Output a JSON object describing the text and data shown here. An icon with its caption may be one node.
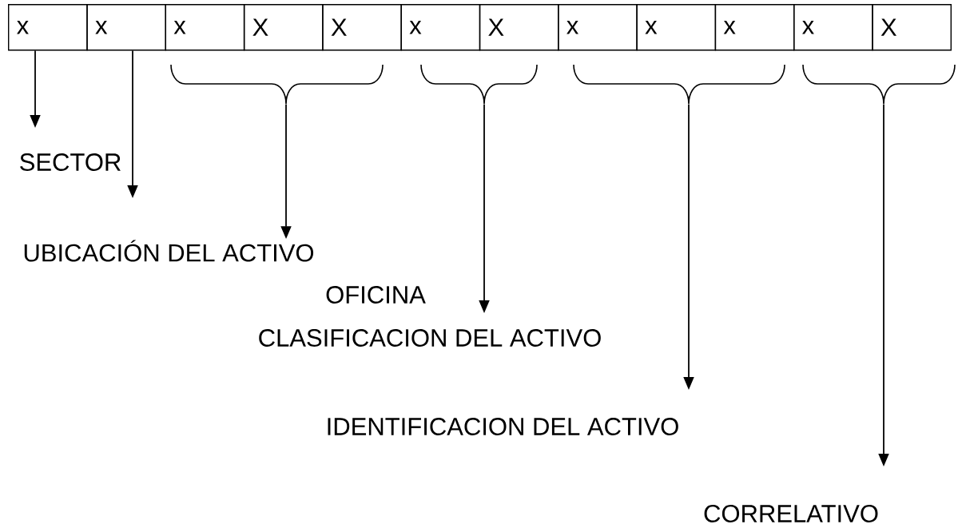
{
  "diagram": {
    "nodes": [
      {
        "text": [
          "x"
        ]
      },
      {
        "text": [
          "x"
        ]
      },
      {
        "text": [
          "x"
        ]
      },
      {
        "text": [
          "X"
        ]
      },
      {
        "text": [
          "X"
        ]
      },
      {
        "text": [
          "x"
        ]
      },
      {
        "text": [
          "X"
        ]
      },
      {
        "text": [
          "x"
        ]
      },
      {
        "text": [
          "x"
        ]
      },
      {
        "text": [
          "x"
        ]
      },
      {
        "text": [
          "x"
        ]
      },
      {
        "text": [
          "X"
        ]
      },
      {
        "text": [],
        "shape": "brace"
      },
      {
        "text": [],
        "shape": "brace"
      },
      {
        "text": [],
        "shape": "brace"
      },
      {
        "text": [],
        "shape": "brace"
      },
      {
        "text": [
          "UBICACIÓN DEL ACTIVO"
        ]
      }
    ],
    "edges": [
      {
        "from": 0,
        "to": null,
        "arrow": "to"
      },
      {
        "from": 1,
        "to": null,
        "arrow": "to"
      },
      {
        "from": 12,
        "to": 16,
        "arrow": "to"
      },
      {
        "from": 13,
        "to": null,
        "arrow": "to"
      },
      {
        "from": 14,
        "to": null,
        "arrow": "to"
      },
      {
        "from": 15,
        "to": null,
        "arrow": "to"
      }
    ],
    "labels": [
      "SECTOR",
      "OFICINA",
      "CLASIFICACION DEL ACTIVO",
      "IDENTIFICACION DEL ACTIVO",
      "CORRELATIVO"
    ]
  }
}
